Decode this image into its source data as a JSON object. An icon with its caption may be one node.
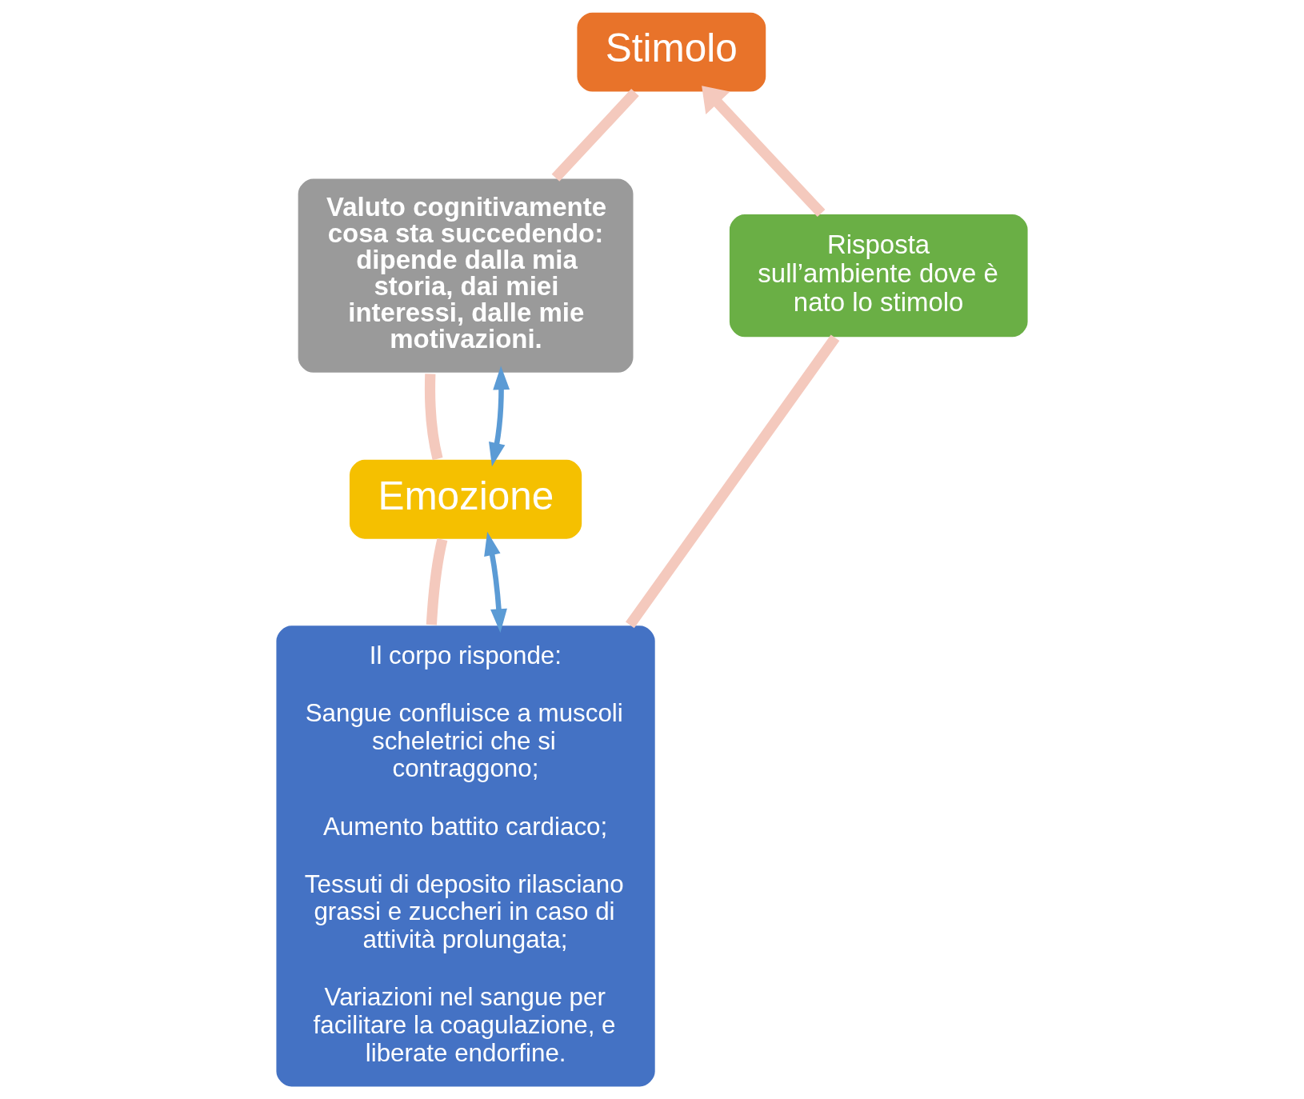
{
  "diagram": {
    "nodes": [
      {
        "text": [
          "Stimolo"
        ]
      },
      {
        "text": [
          "Valuto cognitivamente cosa sta succedendo: dipende dalla mia storia, dai miei interessi, dalle mie motivazioni."
        ]
      },
      {
        "text": [
          "Emozione"
        ]
      },
      {
        "text": [
          "Il corpo risponde:",
          "Sangue confluisce a muscoli scheletrici che si contraggono;",
          "Aumento battito cardiaco;",
          "Tessuti di deposito rilasciano grassi e zuccheri in caso di attività prolungata;",
          "Variazioni nel sangue per facilitare la coagulazione, e liberate endorfine."
        ]
      },
      {
        "text": [
          "Risposta sull’ambiente dove è nato lo stimolo"
        ]
      }
    ],
    "edges": [
      {
        "from": 0,
        "to": 1,
        "arrow": "none"
      },
      {
        "from": 1,
        "to": 2,
        "arrow": "none"
      },
      {
        "from": 2,
        "to": 3,
        "arrow": "none"
      },
      {
        "from": 3,
        "to": 4,
        "arrow": "none"
      },
      {
        "from": 4,
        "to": 0,
        "arrow": "to"
      },
      {
        "from": 1,
        "to": 2,
        "arrow": "both",
        "color": "#5b9bd5"
      },
      {
        "from": 3,
        "to": 2,
        "arrow": "both",
        "color": "#5b9bd5"
      }
    ]
  }
}
